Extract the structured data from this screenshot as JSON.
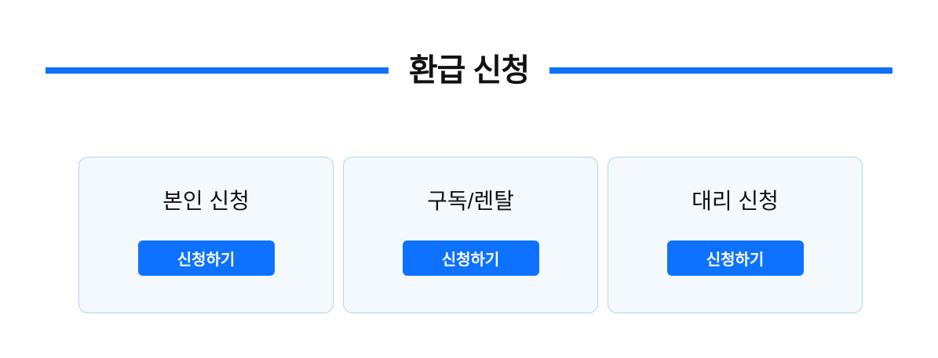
{
  "header": {
    "title": "환급 신청"
  },
  "cards": [
    {
      "title": "본인 신청",
      "button_label": "신청하기"
    },
    {
      "title": "구독/렌탈",
      "button_label": "신청하기"
    },
    {
      "title": "대리 신청",
      "button_label": "신청하기"
    }
  ],
  "colors": {
    "accent_blue": "#0d72ff",
    "button_blue": "#0d72ff",
    "card_background": "#f3f9fd",
    "card_border": "#b5d3ee",
    "title_text": "#111111",
    "button_text": "#ffffff",
    "page_background": "#ffffff"
  }
}
